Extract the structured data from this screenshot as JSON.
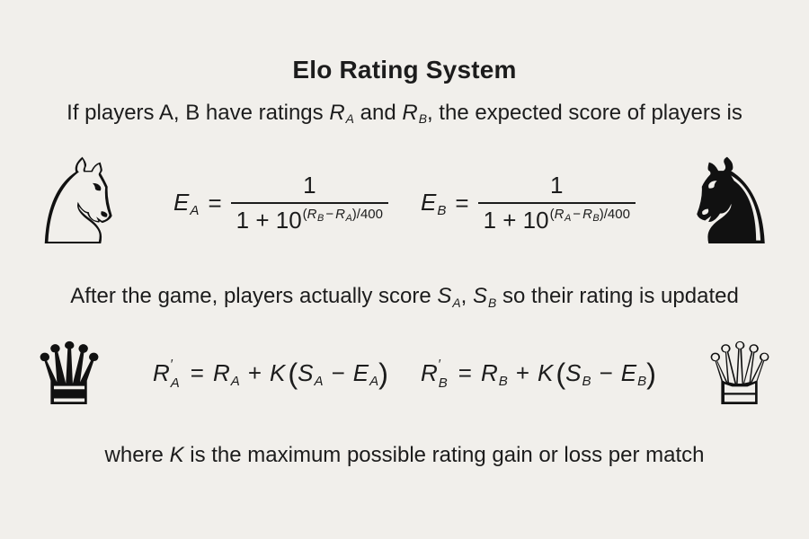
{
  "page": {
    "background_color": "#f1efeb",
    "text_color": "#1c1c1c"
  },
  "title": "Elo Rating System",
  "intro": {
    "pre": "If players A, B have ratings ",
    "ra": "R",
    "ra_sub": "A",
    "and": " and ",
    "rb": "R",
    "rb_sub": "B",
    "post": ", the expected score of players is"
  },
  "icons": {
    "white_knight": "♘",
    "black_knight": "♞",
    "black_queen": "♛",
    "white_queen": "♕"
  },
  "expected": {
    "a": {
      "lhs": "E",
      "lhs_sub": "A",
      "eq": "=",
      "num": "1",
      "den": "1 + 10",
      "exp_open": "(",
      "exp_r1": "R",
      "exp_r1_sub": "B",
      "exp_minus": "−",
      "exp_r2": "R",
      "exp_r2_sub": "A",
      "exp_close": ")/400"
    },
    "b": {
      "lhs": "E",
      "lhs_sub": "B",
      "eq": "=",
      "num": "1",
      "den": "1 + 10",
      "exp_open": "(",
      "exp_r1": "R",
      "exp_r1_sub": "A",
      "exp_minus": "−",
      "exp_r2": "R",
      "exp_r2_sub": "B",
      "exp_close": ")/400"
    }
  },
  "score_line": {
    "pre": "After the game, players actually score ",
    "sa": "S",
    "sa_sub": "A",
    "comma": ", ",
    "sb": "S",
    "sb_sub": "B",
    "post": " so their rating is updated"
  },
  "update": {
    "a": {
      "lhs": "R",
      "lhs_prime": "′",
      "lhs_sub": "A",
      "eq": "=",
      "r": "R",
      "r_sub": "A",
      "plus": "+",
      "k": "K",
      "open": "(",
      "s": "S",
      "s_sub": "A",
      "minus": "−",
      "e": "E",
      "e_sub": "A",
      "close": ")"
    },
    "b": {
      "lhs": "R",
      "lhs_prime": "′",
      "lhs_sub": "B",
      "eq": "=",
      "r": "R",
      "r_sub": "B",
      "plus": "+",
      "k": "K",
      "open": "(",
      "s": "S",
      "s_sub": "B",
      "minus": "−",
      "e": "E",
      "e_sub": "B",
      "close": ")"
    }
  },
  "footer": {
    "pre": "where ",
    "k": "K",
    "post": " is the maximum possible rating gain or loss per match"
  }
}
